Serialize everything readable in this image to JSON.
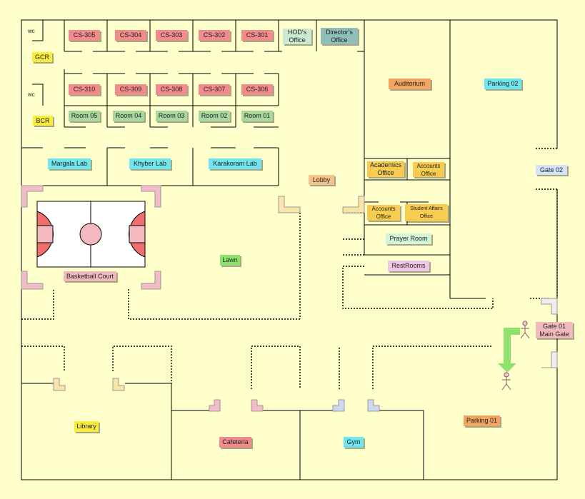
{
  "rooms": {
    "wc_top": "wc",
    "wc_mid": "wc",
    "gcr": "GCR",
    "bcr": "BCR",
    "cs305": "CS-305",
    "cs304": "CS-304",
    "cs303": "CS-303",
    "cs302": "CS-302",
    "cs301": "CS-301",
    "hod_line1": "HOD's",
    "hod_line2": "Office",
    "director_line1": "Director's",
    "director_line2": "Office",
    "cs310": "CS-310",
    "cs309": "CS-309",
    "cs308": "CS-308",
    "cs307": "CS-307",
    "cs306": "CS-306",
    "room05": "Room 05",
    "room04": "Room 04",
    "room03": "Room 03",
    "room02": "Room 02",
    "room01": "Room 01",
    "margala": "Margala Lab",
    "khyber": "Khyber Lab",
    "karakoram": "Karakoram Lab",
    "auditorium": "Auditorium",
    "parking02": "Parking 02",
    "gate02": "Gate 02",
    "lobby": "Lobby",
    "academics_line1": "Academics",
    "academics_line2": "Office",
    "accounts1_line1": "Accounts",
    "accounts1_line2": "Office",
    "accounts2_line1": "Accounts",
    "accounts2_line2": "Office",
    "student_line1": "Student Affairs",
    "student_line2": "Office",
    "prayer": "Prayer Room",
    "restrooms": "RestRooms",
    "basketball": "Basketball Court",
    "lawn": "Lawn",
    "gate01_line1": "Gate 01",
    "gate01_line2": "Main Gate",
    "library": "Library",
    "cafeteria": "Cafeteria",
    "gym": "Gym",
    "parking01": "Parking 01"
  },
  "colors": {
    "classroom": "#f28b8b",
    "room": "#a8d8a0",
    "lab": "#6fe6ee",
    "arrow": "#8fe26b"
  }
}
